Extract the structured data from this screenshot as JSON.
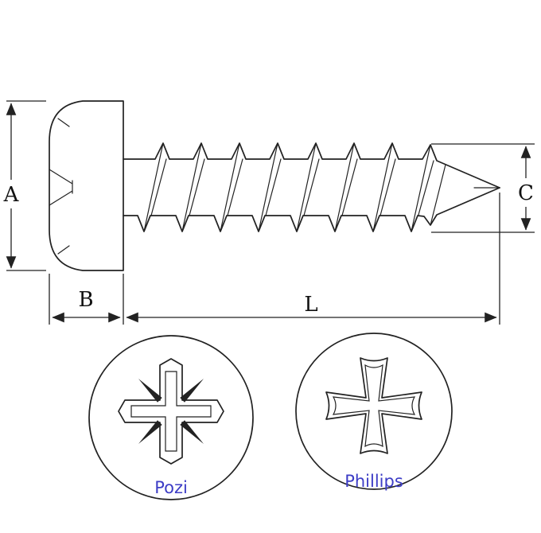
{
  "diagram": {
    "dimensions": {
      "a": "A",
      "b": "B",
      "c": "C",
      "l": "L"
    },
    "drives": {
      "pozi": "Pozi",
      "phillips": "Phillips"
    },
    "colors": {
      "line": "#222222",
      "drive_label": "#3d3dc6",
      "background": "#ffffff"
    }
  }
}
